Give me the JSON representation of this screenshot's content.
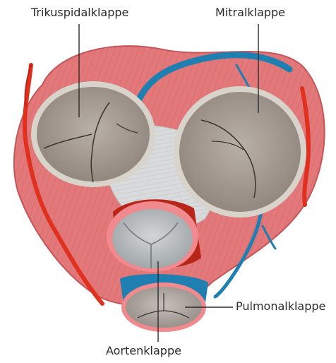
{
  "labels": {
    "tricuspid": "Trikuspidalklappe",
    "mitral": "Mitralklappe",
    "pulmonary": "Pulmonalklappe",
    "aortic": "Aortenklappe"
  },
  "colors": {
    "muscle": "#e2787a",
    "muscle_dark": "#c95a5e",
    "fibrous": "#d9dadb",
    "valve_leaflet": "#a89d95",
    "valve_ring": "#d8d4cc",
    "aortic_ring": "#f08a8f",
    "aortic_leaflet": "#b7bcbf",
    "vein": "#1f7fb0",
    "artery": "#e0301e",
    "leader_line": "#2b2b2b"
  }
}
